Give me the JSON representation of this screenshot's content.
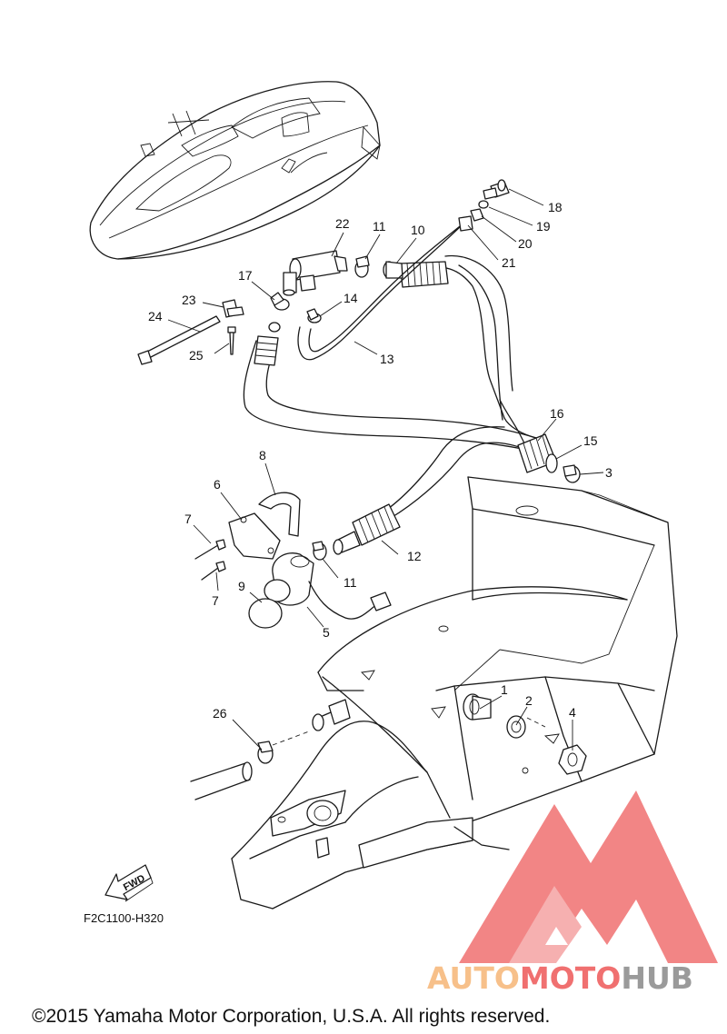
{
  "diagram_code": "F2C1100-H320",
  "copyright": "©2015 Yamaha Motor Corporation, U.S.A. All rights reserved.",
  "fwd_label": "FWD",
  "watermark": {
    "part1": "AUTO",
    "part2": "MOTO",
    "part3": "HUB",
    "color_light": "#f7c08a",
    "color_red": "#f07070",
    "color_gray": "#9a9a9a"
  },
  "callouts": [
    {
      "id": "c18",
      "label": "18"
    },
    {
      "id": "c19",
      "label": "19"
    },
    {
      "id": "c20",
      "label": "20"
    },
    {
      "id": "c21",
      "label": "21"
    },
    {
      "id": "c22",
      "label": "22"
    },
    {
      "id": "c11a",
      "label": "11"
    },
    {
      "id": "c10",
      "label": "10"
    },
    {
      "id": "c17",
      "label": "17"
    },
    {
      "id": "c14",
      "label": "14"
    },
    {
      "id": "c23",
      "label": "23"
    },
    {
      "id": "c24",
      "label": "24"
    },
    {
      "id": "c25",
      "label": "25"
    },
    {
      "id": "c13",
      "label": "13"
    },
    {
      "id": "c16",
      "label": "16"
    },
    {
      "id": "c15",
      "label": "15"
    },
    {
      "id": "c3",
      "label": "3"
    },
    {
      "id": "c8",
      "label": "8"
    },
    {
      "id": "c6",
      "label": "6"
    },
    {
      "id": "c7a",
      "label": "7"
    },
    {
      "id": "c7b",
      "label": "7"
    },
    {
      "id": "c12",
      "label": "12"
    },
    {
      "id": "c11b",
      "label": "11"
    },
    {
      "id": "c9",
      "label": "9"
    },
    {
      "id": "c5",
      "label": "5"
    },
    {
      "id": "c1",
      "label": "1"
    },
    {
      "id": "c2",
      "label": "2"
    },
    {
      "id": "c4",
      "label": "4"
    },
    {
      "id": "c26",
      "label": "26"
    }
  ]
}
